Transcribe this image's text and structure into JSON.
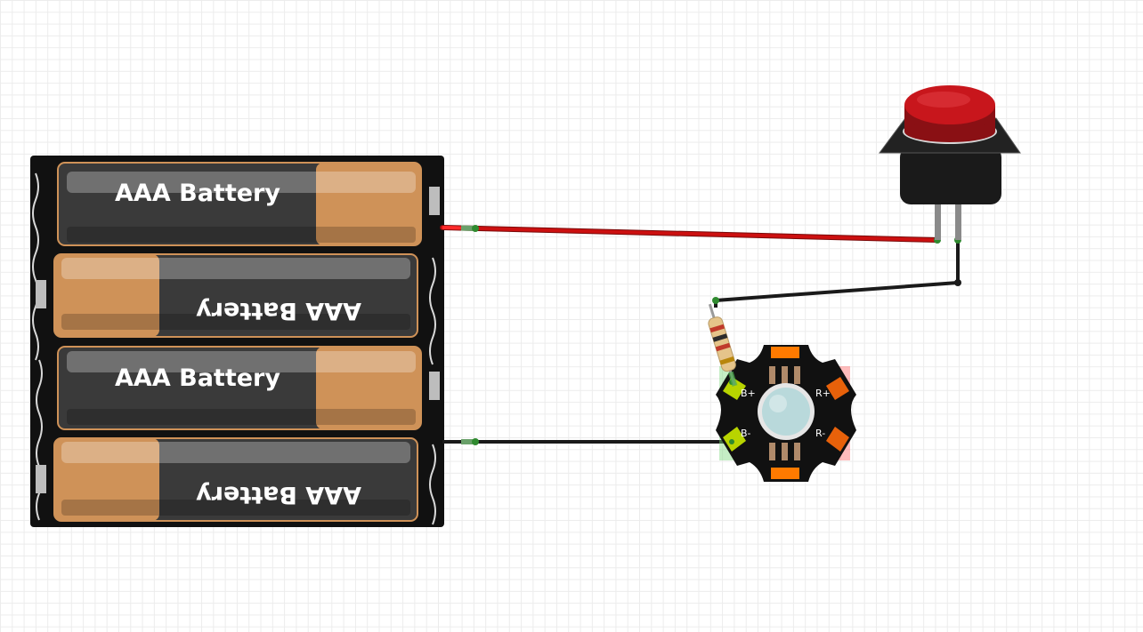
{
  "canvas": {
    "background": "#ffffff",
    "grid_color": "#ececec"
  },
  "battery_pack": {
    "cells": [
      {
        "label": "AAA Battery",
        "orientation": "normal"
      },
      {
        "label": "AAA Battery",
        "orientation": "flipped"
      },
      {
        "label": "AAA Battery",
        "orientation": "normal"
      },
      {
        "label": "AAA Battery",
        "orientation": "flipped"
      }
    ],
    "holder_color": "#111111",
    "cell_body_color": "#3a3a3a",
    "cell_cap_color": "#cf9258"
  },
  "push_button": {
    "cap_color": "#c8161c",
    "body_color": "#1a1a1a"
  },
  "resistor": {
    "bands": [
      "#c0392b",
      "#2c2c2c",
      "#c0392b",
      "#b8860b"
    ],
    "body_color": "#e5c48a"
  },
  "rgb_led": {
    "pads": [
      {
        "label": "B+",
        "color": "#b8d400"
      },
      {
        "label": "B-",
        "color": "#b8d400"
      },
      {
        "label": "R+",
        "color": "#e8610a"
      },
      {
        "label": "R-",
        "color": "#e8610a"
      }
    ],
    "board_color": "#111111",
    "lens_color": "#b9d9db",
    "pad_color": "#ff7a00"
  },
  "wires": [
    {
      "name": "battery-positive-to-button",
      "color": "#cc1010"
    },
    {
      "name": "button-to-resistor",
      "color": "#1a1a1a"
    },
    {
      "name": "battery-negative-to-led",
      "color": "#1a1a1a"
    }
  ]
}
